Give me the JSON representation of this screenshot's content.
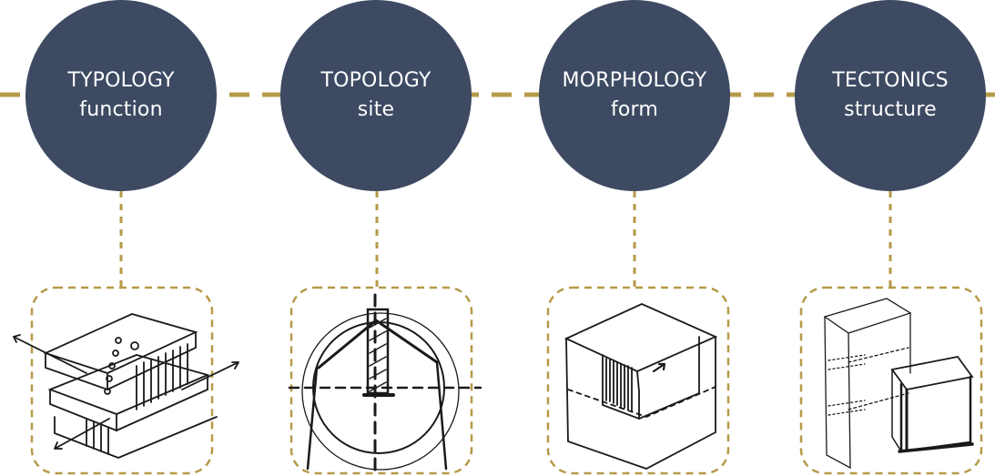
{
  "colors": {
    "node": "#3d4a62",
    "connector": "#b69a48",
    "text": "#ffffff",
    "sketch": "#1a1a1a"
  },
  "nodes": [
    {
      "title": "TYPOLOGY",
      "subtitle": "function",
      "sketch": "stacked-slabs-sketch"
    },
    {
      "title": "TOPOLOGY",
      "subtitle": "site",
      "sketch": "site-plan-sketch"
    },
    {
      "title": "MORPHOLOGY",
      "subtitle": "form",
      "sketch": "carved-block-sketch"
    },
    {
      "title": "TECTONICS",
      "subtitle": "structure",
      "sketch": "frame-structure-sketch"
    }
  ]
}
